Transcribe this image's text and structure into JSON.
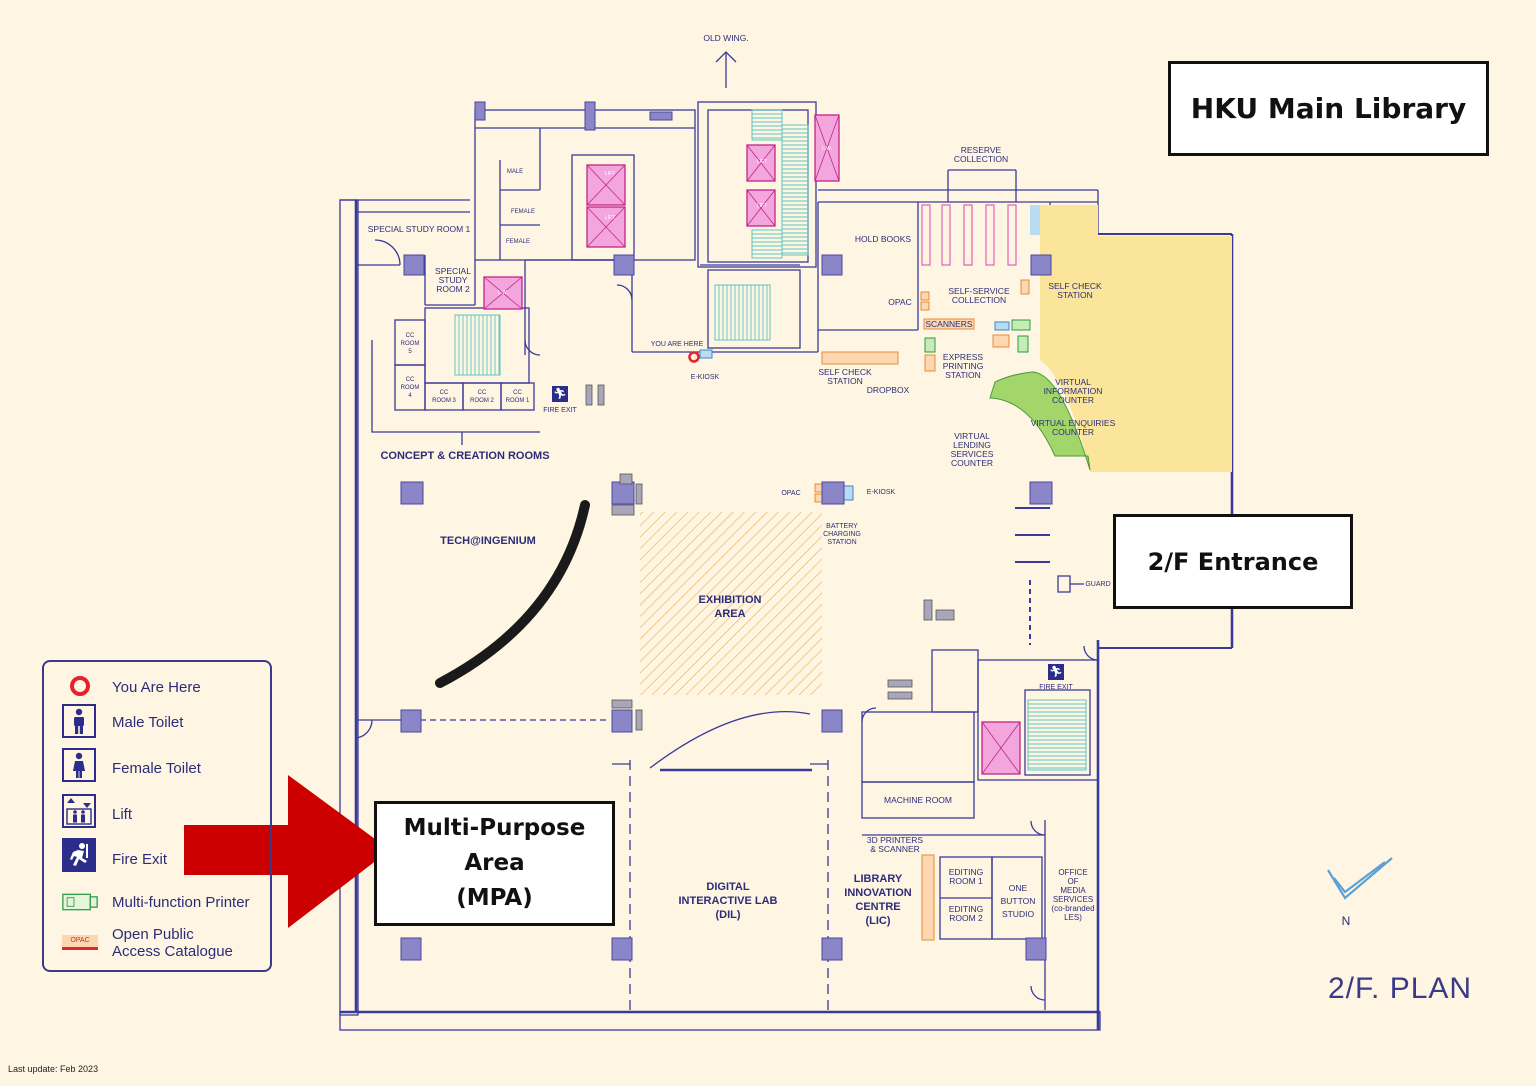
{
  "callouts": {
    "library_name": "HKU Main Library",
    "entrance": "2/F Entrance",
    "mpa": "Multi-Purpose\nArea\n(MPA)"
  },
  "colors": {
    "wall": "#3a3a9a",
    "lift_pink": "#e88cd0",
    "stair_teal": "#5ec4c0",
    "column": "#8a86c8",
    "arrow_red": "#cc0000",
    "yellow_area": "#fbe59a",
    "green_counter": "#a3d66a",
    "you_are_here": "#e8222a"
  },
  "map": {
    "old_wing": "OLD WING.",
    "reserve_collection": "RESERVE\nCOLLECTION",
    "hold_books": "HOLD BOOKS",
    "opac_1": "OPAC",
    "self_service": "SELF-SERVICE\nCOLLECTION",
    "scanners": "SCANNERS",
    "self_check_1": "SELF CHECK\nSTATION",
    "express_printing": "EXPRESS\nPRINTING\nSTATION",
    "self_check_2": "SELF CHECK\nSTATION",
    "dropbox": "DROPBOX",
    "virtual_info": "VIRTUAL\nINFORMATION\nCOUNTER",
    "virtual_enquiries": "VIRTUAL ENQUIRIES\nCOUNTER",
    "virtual_lending": "VIRTUAL\nLENDING\nSERVICES\nCOUNTER",
    "special_study_1": "SPECIAL STUDY ROOM 1",
    "special_study_2": "SPECIAL\nSTUDY\nROOM 2",
    "male": "MALE",
    "female_1": "FEMALE",
    "female_2": "FEMALE",
    "lift_1": "LIFT",
    "lift_2": "LIFT",
    "lift_3": "LIFT",
    "lift_4": "LIFT",
    "lw_1": "L.W.",
    "lw_2": "L.W.",
    "cc_room_5": "CC\nROOM\n5",
    "cc_room_4": "CC\nROOM\n4",
    "cc_room_3": "CC\nROOM 3",
    "cc_room_2": "CC\nROOM 2",
    "cc_room_1": "CC\nROOM 1",
    "fire_exit_1": "FIRE EXIT",
    "fire_exit_2": "FIRE EXIT",
    "you_are_here": "YOU ARE HERE",
    "ekiosk_1": "E-KIOSK",
    "concept_creation": "CONCEPT & CREATION ROOMS",
    "tech_ingenium": "TECH@INGENIUM",
    "opac_2": "OPAC",
    "ekiosk_2": "E-KIOSK",
    "battery": "BATTERY\nCHARGING\nSTATION",
    "exhibition": "EXHIBITION\nAREA",
    "guard": "GUARD",
    "machine_room": "MACHINE ROOM",
    "printers_3d": "3D PRINTERS\n& SCANNER",
    "lic": "LIBRARY\nINNOVATION\nCENTRE\n(LIC)",
    "editing_1": "EDITING\nROOM 1",
    "editing_2": "EDITING\nROOM 2",
    "one_button": "ONE\nBUTTON\nSTUDIO",
    "office_media": "OFFICE\nOF\nMEDIA\nSERVICES\n(co-branded\nLES)",
    "dil": "DIGITAL\nINTERACTIVE LAB\n(DIL)",
    "north": "N"
  },
  "legend": {
    "items": [
      {
        "icon": "you-are-here-icon",
        "label": "You Are Here"
      },
      {
        "icon": "male-toilet-icon",
        "label": "Male Toilet"
      },
      {
        "icon": "female-toilet-icon",
        "label": "Female Toilet"
      },
      {
        "icon": "lift-icon",
        "label": "Lift"
      },
      {
        "icon": "fire-exit-icon",
        "label": "Fire Exit"
      },
      {
        "icon": "printer-icon",
        "label": "Multi-function Printer"
      },
      {
        "icon": "opac-icon",
        "label": "Open Public\nAccess Catalogue"
      }
    ],
    "opac_tag": "OPAC"
  },
  "plan_title": "2/F. PLAN",
  "last_update": "Last update: Feb 2023"
}
